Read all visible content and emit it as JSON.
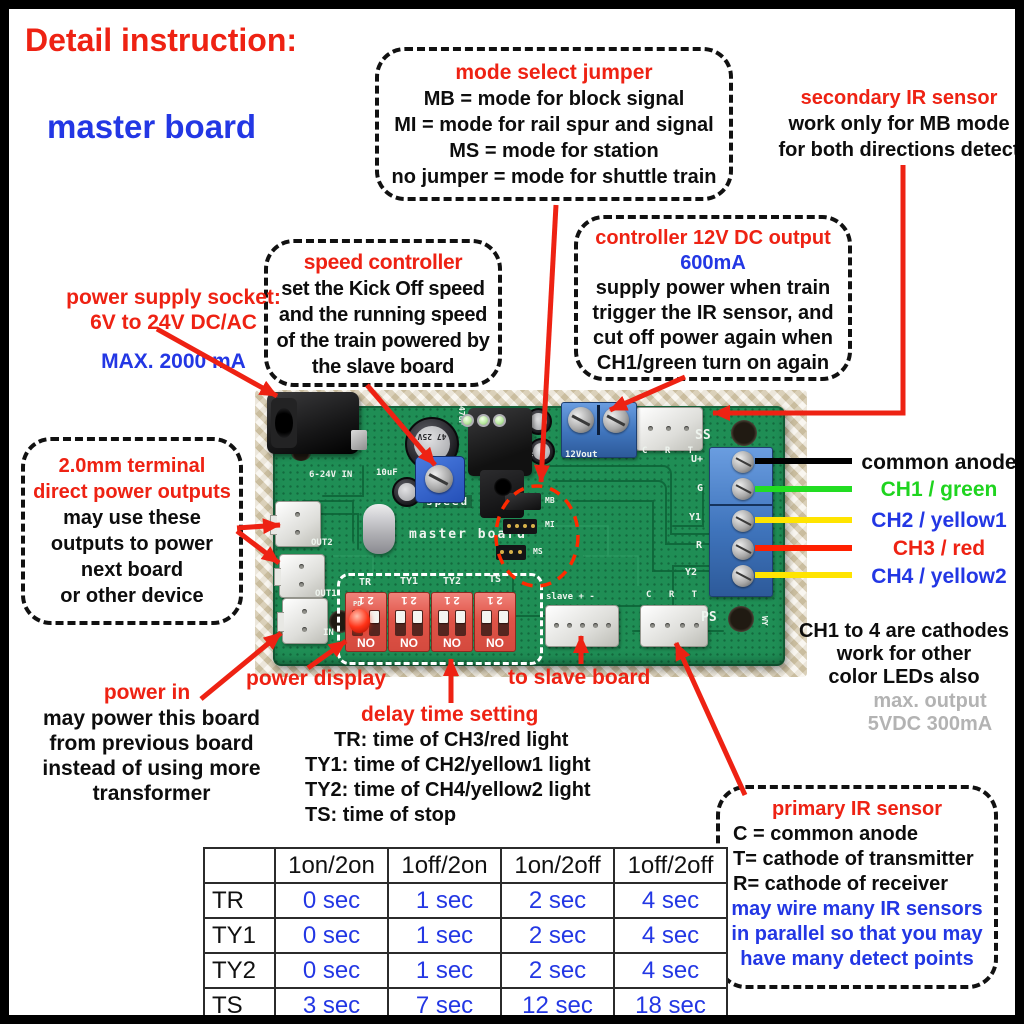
{
  "page": {
    "title": "Detail instruction:",
    "subtitle": "master board"
  },
  "palette": {
    "red": "#ee2213",
    "blue": "#2337e4",
    "green": "#1fd41f",
    "gray": "#b3b3b3",
    "black": "#0d0d0d",
    "pcb_green": "#1f8e55",
    "dip_red": "#e05448",
    "terminal_blue": "#3f74bc",
    "wire_black": "#000000",
    "wire_green": "#22dd22",
    "wire_yellow": "#ffe400",
    "wire_red": "#ff2000"
  },
  "bubbles": {
    "mode": {
      "title": "mode select jumper",
      "lines": [
        "MB = mode for block signal",
        "MI = mode for rail spur and signal",
        "MS = mode for station",
        "no jumper = mode for shuttle train"
      ]
    },
    "speed": {
      "title": "speed controller",
      "lines": [
        "set the Kick Off speed",
        "and the running speed",
        "of the train powered by",
        "the slave board"
      ]
    },
    "controller": {
      "title": "controller 12V DC output",
      "rating": "600mA",
      "lines": [
        "supply power when train",
        "trigger the IR sensor, and",
        "cut off power again when",
        "CH1/green turn on again"
      ]
    },
    "outputs": {
      "title_lines": [
        "2.0mm terminal",
        "direct power outputs"
      ],
      "lines": [
        "may use these",
        "outputs to power",
        "next board",
        "or other device"
      ]
    },
    "primary_ir": {
      "title": "primary IR sensor",
      "lines": [
        "C = common anode",
        "T= cathode of transmitter",
        "R= cathode of receiver"
      ],
      "note_lines": [
        "may wire many IR sensors",
        "in parallel so that you may",
        "have many detect points"
      ]
    }
  },
  "annotations": {
    "power_supply": {
      "lines": [
        "power supply socket:",
        "6V to 24V DC/AC"
      ],
      "max": "MAX. 2000 mA"
    },
    "secondary_ir": {
      "title": "secondary IR sensor",
      "lines": [
        "work only for MB mode",
        "for both directions detect"
      ]
    },
    "power_in": {
      "title": "power in",
      "lines": [
        "may power this board",
        "from previous board",
        "instead of using more",
        "transformer"
      ]
    },
    "power_display": "power display",
    "delay": {
      "title": "delay time setting",
      "lines": [
        "TR: time of CH3/red light",
        "TY1: time of CH2/yellow1 light",
        "TY2: time of CH4/yellow2 light",
        "TS: time of stop"
      ]
    },
    "to_slave": "to slave board",
    "cathodes_lines": [
      "CH1 to 4 are cathodes",
      "work for other",
      "color LEDs also"
    ],
    "max_output_lines": [
      "max. output",
      "5VDC 300mA"
    ]
  },
  "channels": [
    {
      "label": "common anode",
      "text_color": "#0d0d0d",
      "wire_color": "#000000"
    },
    {
      "label": "CH1 / green",
      "text_color": "#1fd41f",
      "wire_color": "#22dd22"
    },
    {
      "label": "CH2 / yellow1",
      "text_color": "#2337e4",
      "wire_color": "#ffe400"
    },
    {
      "label": "CH3 / red",
      "text_color": "#ee2213",
      "wire_color": "#ff2000"
    },
    {
      "label": "CH4 / yellow2",
      "text_color": "#2337e4",
      "wire_color": "#ffe400"
    }
  ],
  "board": {
    "silkscreen": {
      "power_in": "6-24V IN",
      "cap_small": "10uF",
      "cap_small2": "10uF",
      "cap_big": "47 25V",
      "cap_big_side": "47uF",
      "speed": "speed",
      "name": "master board",
      "out2": "OUT2",
      "out1": "OUT1",
      "input": "IN",
      "pd": "PD",
      "wy": "WY",
      "dip_labels": [
        "TR",
        "TY1",
        "TY2",
        "TS"
      ],
      "dip_digits": "2 1",
      "dip_no": "NO",
      "jumpers": [
        "MB",
        "MI",
        "MS"
      ],
      "slave": "slave + -",
      "crt": "C R T",
      "ps": "PS",
      "ss": "SS",
      "v12": "12Vout",
      "terminals": [
        "U+",
        "G",
        "Y1",
        "R",
        "Y2"
      ]
    }
  },
  "delay_table": {
    "headers": [
      "",
      "1on/2on",
      "1off/2on",
      "1on/2off",
      "1off/2off"
    ],
    "rows": [
      {
        "label": "TR",
        "values": [
          "0 sec",
          "1 sec",
          "2 sec",
          "4 sec"
        ]
      },
      {
        "label": "TY1",
        "values": [
          "0 sec",
          "1 sec",
          "2 sec",
          "4 sec"
        ]
      },
      {
        "label": "TY2",
        "values": [
          "0 sec",
          "1 sec",
          "2 sec",
          "4 sec"
        ]
      },
      {
        "label": "TS",
        "values": [
          "3 sec",
          "7 sec",
          "12 sec",
          "18 sec"
        ]
      }
    ]
  }
}
